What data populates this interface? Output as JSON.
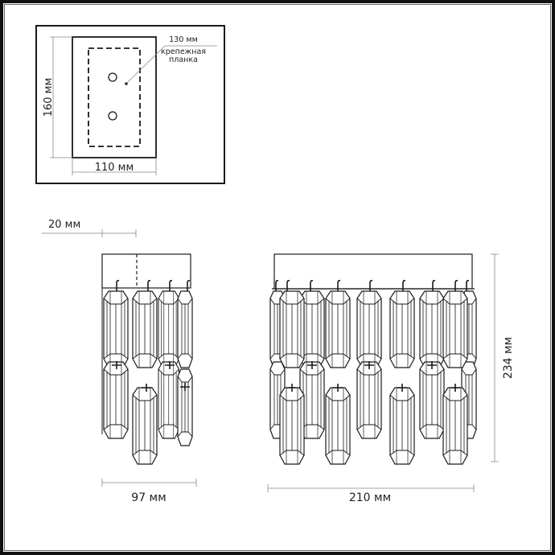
{
  "drawing": {
    "mount_plate": {
      "height_label": "160 мм",
      "width_label": "110 мм",
      "bracket_label": "130 мм",
      "bracket_name_line1": "крепежная",
      "bracket_name_line2": "планка"
    },
    "side_view": {
      "offset_label": "20 мм",
      "depth_label": "97 мм"
    },
    "front_view": {
      "width_label": "210 мм",
      "height_label": "234 мм"
    }
  },
  "colors": {
    "line": "#1a1a1a",
    "dimension": "#888888",
    "frame": "#111111"
  }
}
